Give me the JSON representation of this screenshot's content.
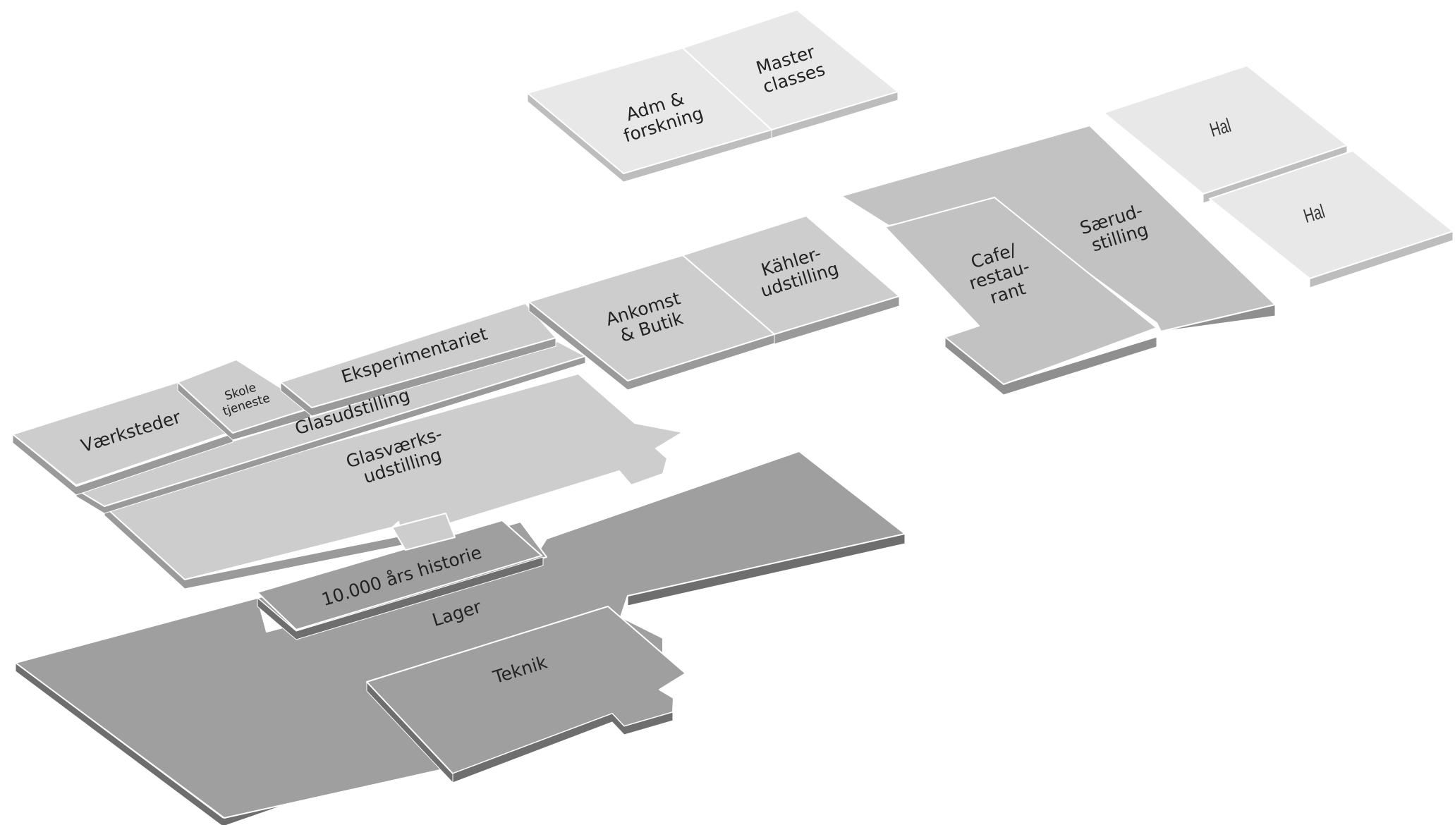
{
  "colors": {
    "top_light": "#e8e8e8",
    "side_light": "#bdbdbd",
    "top_mid": "#cdcdcd",
    "side_mid": "#9a9a9a",
    "top_mid2": "#c2c2c2",
    "side_mid2": "#8f8f8f",
    "top_dark": "#9f9f9f",
    "side_dark": "#6e6e6e",
    "label": "#222222",
    "background": "#ffffff"
  },
  "floors": {
    "top_floor": {
      "adm": [
        "Adm &",
        "forskning"
      ],
      "master": [
        "Master",
        "classes"
      ],
      "hal_1": "Hal",
      "hal_2": "Hal"
    },
    "middle_floor": {
      "ankomst": [
        "Ankomst",
        "& Butik"
      ],
      "kahler": [
        "Kähler-",
        "udstilling"
      ],
      "saerud": [
        "Særud-",
        "stilling"
      ],
      "cafe": [
        "Cafe/",
        "restau-",
        "rant"
      ]
    },
    "ground_floor": {
      "vaerksteder": "Værksteder",
      "skole": [
        "Skole",
        "tjeneste"
      ],
      "eksperimentariet": "Eksperimentariet",
      "glasudstilling": "Glasudstilling",
      "glasvaerk": [
        "Glasværks-",
        "udstilling"
      ]
    },
    "basement": {
      "historie": "10.000 års historie",
      "lager": "Lager",
      "teknik": "Teknik"
    }
  }
}
